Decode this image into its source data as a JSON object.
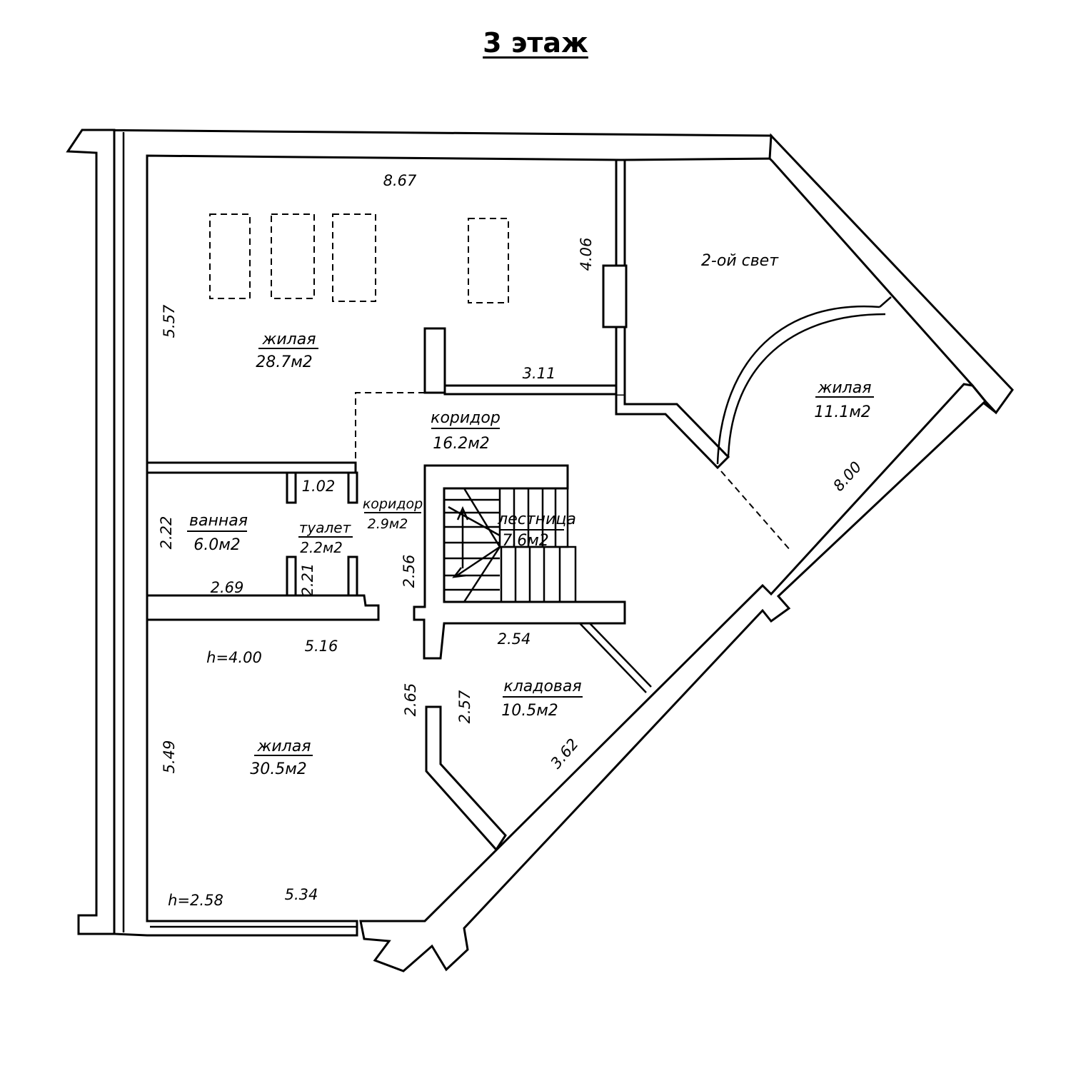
{
  "title": "3 этаж",
  "rooms": {
    "living_top": {
      "name": "жилая",
      "area": "28.7м2"
    },
    "second_light": {
      "name": "2-ой свет"
    },
    "living_right": {
      "name": "жилая",
      "area": "11.1м2"
    },
    "corridor_main": {
      "name": "коридор",
      "area": "16.2м2"
    },
    "corridor_small": {
      "name": "коридор",
      "area": "2.9м2"
    },
    "stairs": {
      "name": "лестница",
      "area": "7.6м2"
    },
    "bathroom": {
      "name": "ванная",
      "area": "6.0м2"
    },
    "toilet": {
      "name": "туалет",
      "area": "2.2м2"
    },
    "storage": {
      "name": "кладовая",
      "area": "10.5м2"
    },
    "living_bottom": {
      "name": "жилая",
      "area": "30.5м2"
    }
  },
  "dimensions": {
    "d_867": "8.67",
    "d_406": "4.06",
    "d_557": "5.57",
    "d_311": "3.11",
    "d_102": "1.02",
    "d_222": "2.22",
    "d_269": "2.69",
    "d_221": "2.21",
    "d_256": "2.56",
    "d_800": "8.00",
    "d_254": "2.54",
    "d_516": "5.16",
    "d_h400": "h=4.00",
    "d_265": "2.65",
    "d_257": "2.57",
    "d_549": "5.49",
    "d_362": "3.62",
    "d_h258": "h=2.58",
    "d_534": "5.34"
  }
}
